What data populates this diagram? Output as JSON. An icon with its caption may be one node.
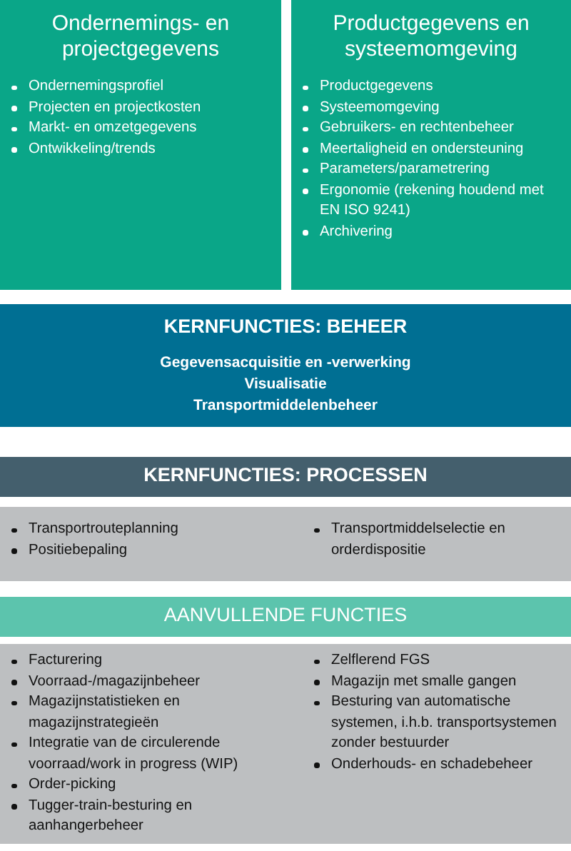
{
  "diagram": {
    "nodes": [
      {
        "text": [
          "Ondernemings- en projectgegevens",
          "Ondernemingsprofiel",
          "Projecten en projectkosten",
          "Markt- en omzetgegevens",
          "Ontwikkeling/trends"
        ]
      },
      {
        "text": [
          "Productgegevens en systeemomgeving",
          "Productgegevens",
          "Systeemomgeving",
          "Gebruikers- en rechtenbeheer",
          "Meertaligheid en ondersteuning",
          "Parameters/parametrering",
          "Ergonomie (rekening houdend met EN ISO 9241)",
          "Archivering"
        ]
      },
      {
        "text": [
          "KERNFUNCTIES: BEHEER",
          "Gegevensacquisitie en -verwerking",
          "Visualisatie",
          "Transportmiddelenbeheer"
        ]
      },
      {
        "text": [
          "KERNFUNCTIES: PROCESSEN"
        ]
      },
      {
        "text": [
          "Transportrouteplanning",
          "Positiebepaling",
          "Transportmiddelselectie en orderdispositie"
        ]
      },
      {
        "text": [
          "AANVULLENDE FUNCTIES"
        ]
      },
      {
        "text": [
          "Facturering",
          "Voorraad-/magazijnbeheer",
          "Magazijnstatistieken en magazijnstrategieën",
          "Integratie van de circulerende voorraad/work in progress (WIP)",
          "Order-picking",
          "Tugger-train-besturing en aanhangerbeheer",
          "Zelflerend FGS",
          "Magazijn met smalle gangen",
          "Besturing van automatische systemen, i.h.b. transportsystemen zonder bestuurder",
          "Onderhouds- en schadebeheer"
        ]
      }
    ]
  }
}
